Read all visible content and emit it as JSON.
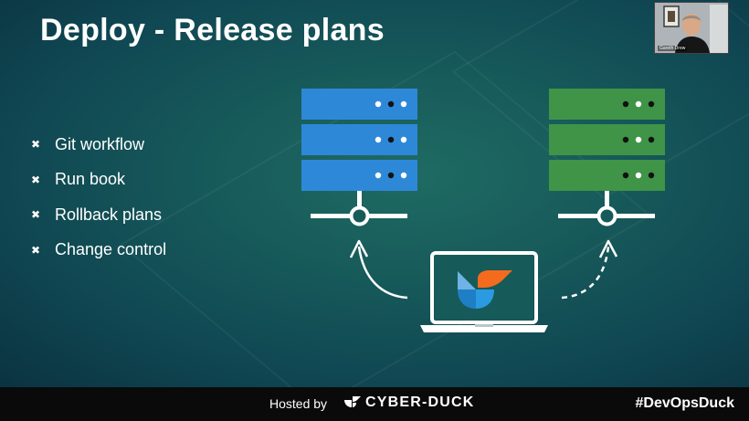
{
  "slide": {
    "title": "Deploy - Release plans",
    "bullets": [
      {
        "label": "Git workflow"
      },
      {
        "label": "Run book"
      },
      {
        "label": "Rollback plans"
      },
      {
        "label": "Change control"
      }
    ],
    "bullet_glyph": "✖",
    "colors": {
      "server_blue": "#2e88d8",
      "server_green": "#3f9447",
      "logo_orange": "#f46b1d",
      "logo_blue": "#1f7fc6"
    }
  },
  "webcam": {
    "participant_name": "Gareth Drew"
  },
  "footer": {
    "hosted_label": "Hosted by",
    "brand_name": "CYBER-DUCK",
    "hashtag": "#DevOpsDuck"
  }
}
